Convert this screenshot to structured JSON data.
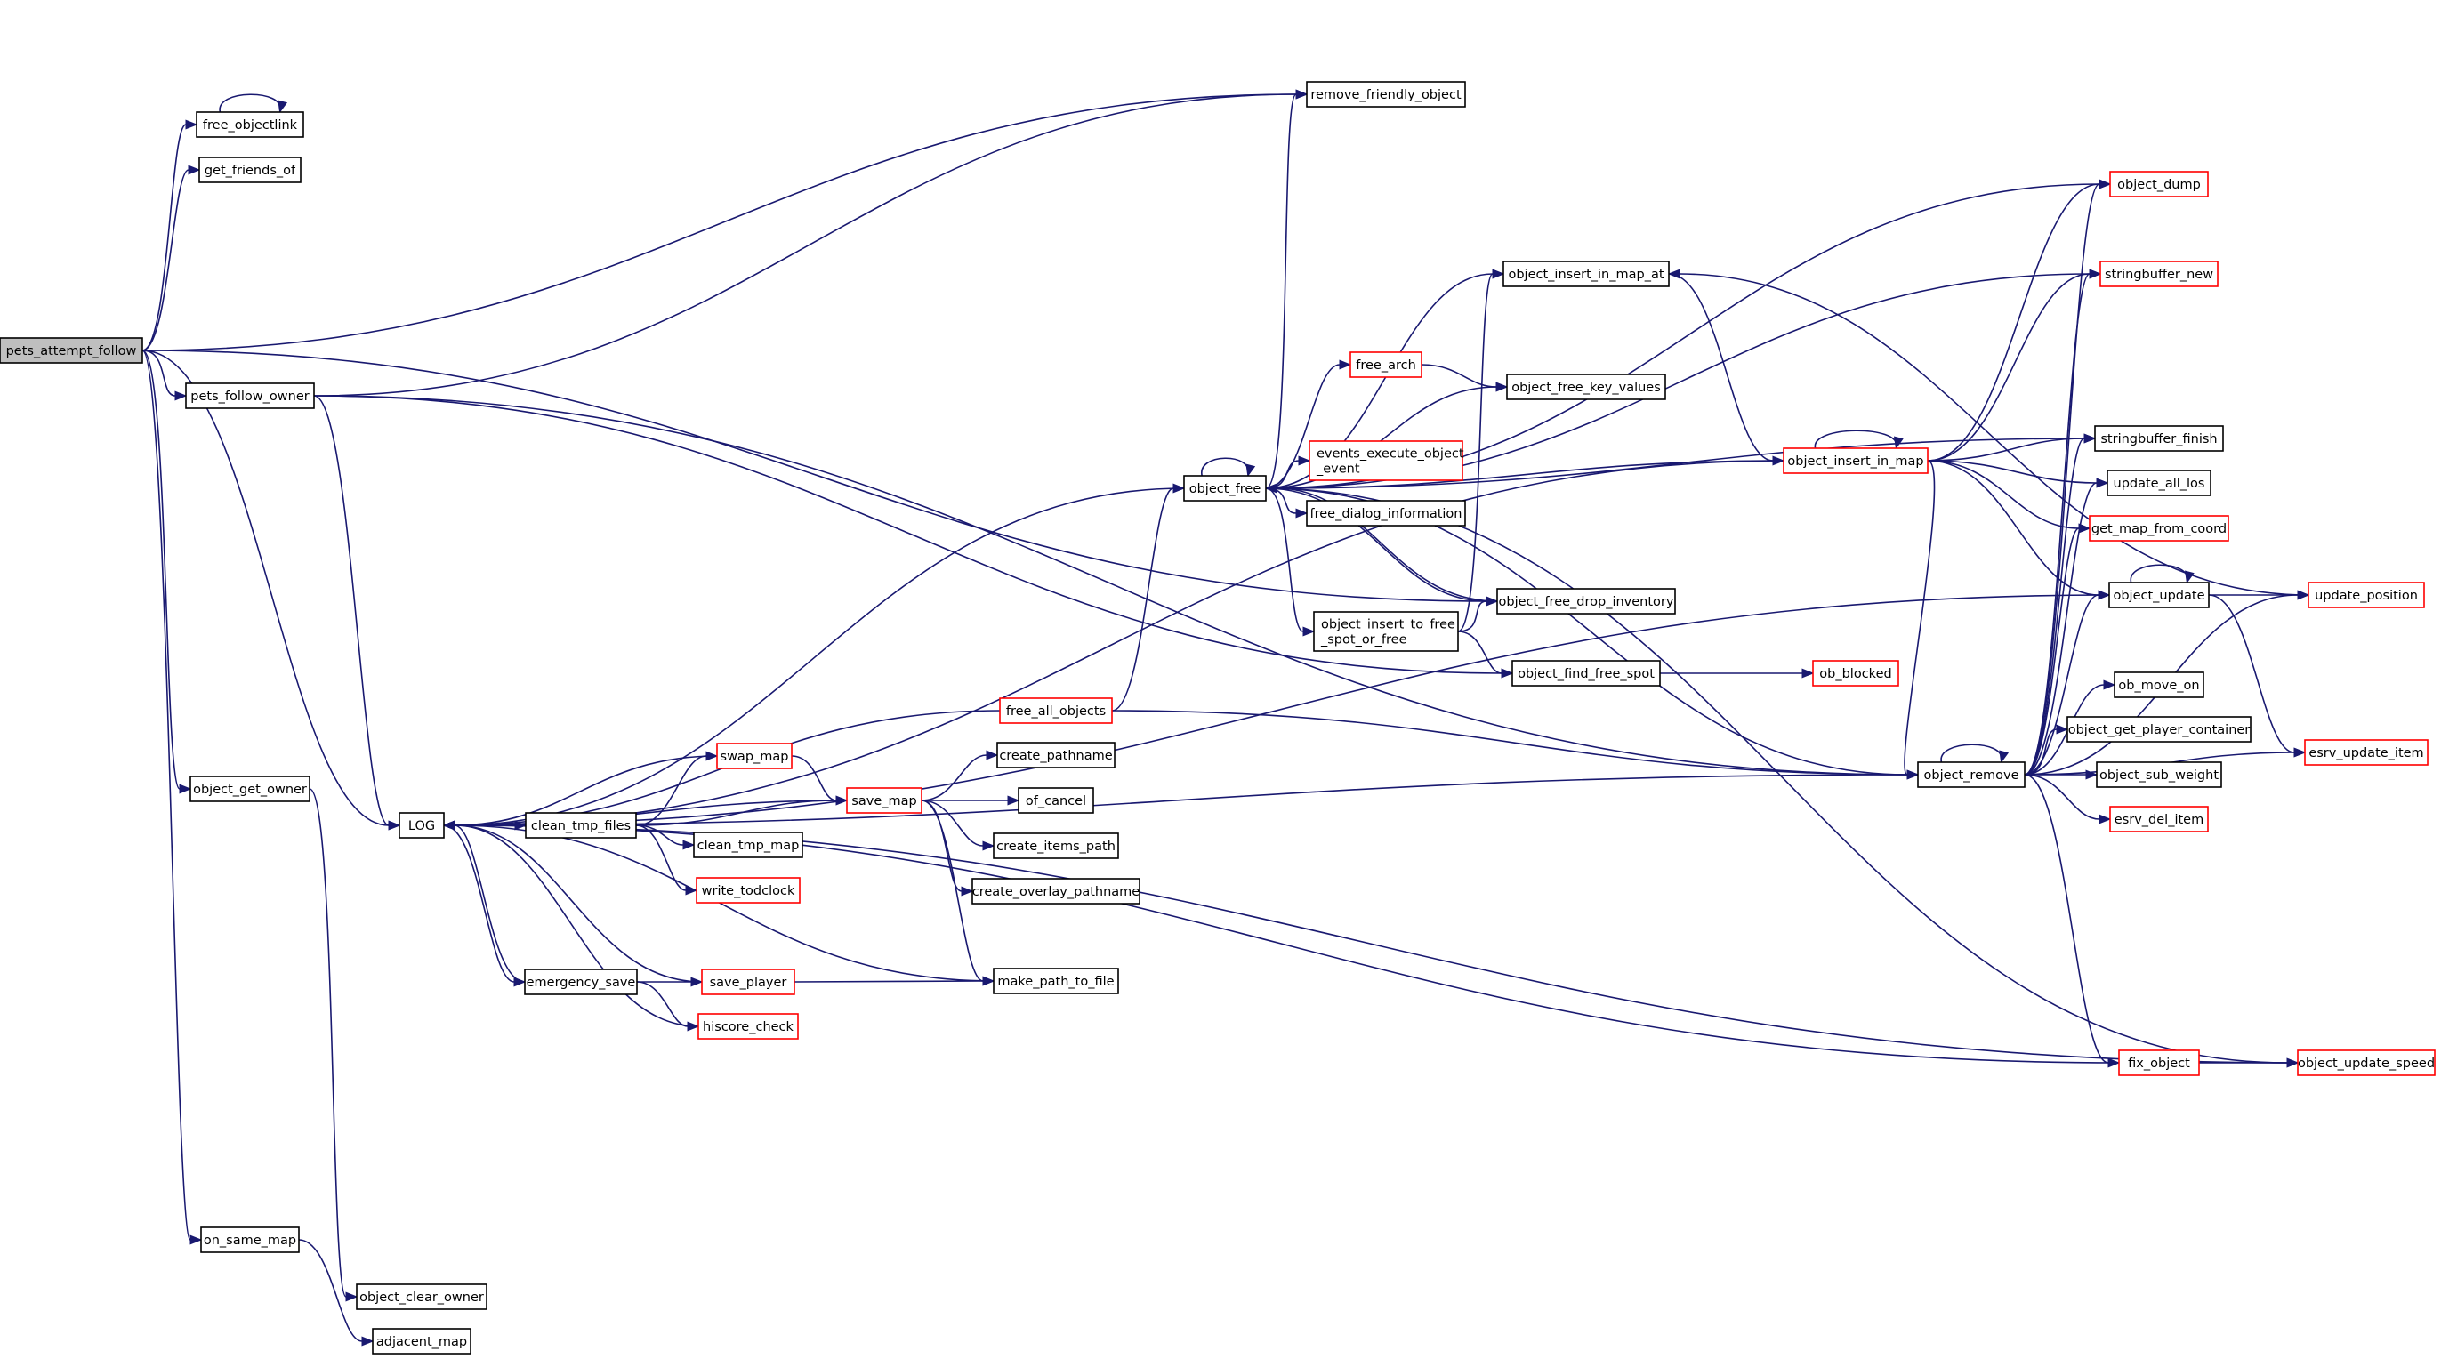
{
  "colors": {
    "edge": "#191970",
    "border_documented": "#000000",
    "border_truncated": "#ff0000",
    "root_fill": "#bfbfbf",
    "node_fill": "#ffffff"
  },
  "nodes": [
    {
      "id": "pets_attempt_follow",
      "lines": [
        "pets_attempt_follow"
      ],
      "root": true
    },
    {
      "id": "free_objectlink",
      "lines": [
        "free_objectlink"
      ]
    },
    {
      "id": "get_friends_of",
      "lines": [
        "get_friends_of"
      ]
    },
    {
      "id": "pets_follow_owner",
      "lines": [
        "pets_follow_owner"
      ]
    },
    {
      "id": "object_get_owner",
      "lines": [
        "object_get_owner"
      ]
    },
    {
      "id": "on_same_map",
      "lines": [
        "on_same_map"
      ]
    },
    {
      "id": "object_clear_owner",
      "lines": [
        "object_clear_owner"
      ]
    },
    {
      "id": "adjacent_map",
      "lines": [
        "adjacent_map"
      ]
    },
    {
      "id": "LOG",
      "lines": [
        "LOG"
      ]
    },
    {
      "id": "clean_tmp_files",
      "lines": [
        "clean_tmp_files"
      ]
    },
    {
      "id": "swap_map",
      "lines": [
        "swap_map"
      ],
      "red": true
    },
    {
      "id": "clean_tmp_map",
      "lines": [
        "clean_tmp_map"
      ]
    },
    {
      "id": "write_todclock",
      "lines": [
        "write_todclock"
      ],
      "red": true
    },
    {
      "id": "emergency_save",
      "lines": [
        "emergency_save"
      ]
    },
    {
      "id": "save_player",
      "lines": [
        "save_player"
      ],
      "red": true
    },
    {
      "id": "hiscore_check",
      "lines": [
        "hiscore_check"
      ],
      "red": true
    },
    {
      "id": "free_all_objects",
      "lines": [
        "free_all_objects"
      ],
      "red": true
    },
    {
      "id": "save_map",
      "lines": [
        "save_map"
      ],
      "red": true
    },
    {
      "id": "create_pathname",
      "lines": [
        "create_pathname"
      ]
    },
    {
      "id": "of_cancel",
      "lines": [
        "of_cancel"
      ]
    },
    {
      "id": "create_items_path",
      "lines": [
        "create_items_path"
      ]
    },
    {
      "id": "create_overlay_pathname",
      "lines": [
        "create_overlay_pathname"
      ]
    },
    {
      "id": "make_path_to_file",
      "lines": [
        "make_path_to_file"
      ]
    },
    {
      "id": "object_free",
      "lines": [
        "object_free"
      ]
    },
    {
      "id": "remove_friendly_object",
      "lines": [
        "remove_friendly_object"
      ]
    },
    {
      "id": "free_arch",
      "lines": [
        "free_arch"
      ],
      "red": true
    },
    {
      "id": "events_execute_object_event",
      "lines": [
        "events_execute_object",
        "_event"
      ],
      "red": true
    },
    {
      "id": "free_dialog_information",
      "lines": [
        "free_dialog_information"
      ]
    },
    {
      "id": "object_insert_to_free_spot_or_free",
      "lines": [
        "object_insert_to_free",
        "_spot_or_free"
      ]
    },
    {
      "id": "object_insert_in_map_at",
      "lines": [
        "object_insert_in_map_at"
      ]
    },
    {
      "id": "object_free_key_values",
      "lines": [
        "object_free_key_values"
      ]
    },
    {
      "id": "object_free_drop_inventory",
      "lines": [
        "object_free_drop_inventory"
      ]
    },
    {
      "id": "object_find_free_spot",
      "lines": [
        "object_find_free_spot"
      ]
    },
    {
      "id": "ob_blocked",
      "lines": [
        "ob_blocked"
      ],
      "red": true
    },
    {
      "id": "object_insert_in_map",
      "lines": [
        "object_insert_in_map"
      ],
      "red": true
    },
    {
      "id": "object_remove",
      "lines": [
        "object_remove"
      ]
    },
    {
      "id": "fix_object",
      "lines": [
        "fix_object"
      ],
      "red": true
    },
    {
      "id": "object_dump",
      "lines": [
        "object_dump"
      ],
      "red": true
    },
    {
      "id": "stringbuffer_new",
      "lines": [
        "stringbuffer_new"
      ],
      "red": true
    },
    {
      "id": "stringbuffer_finish",
      "lines": [
        "stringbuffer_finish"
      ]
    },
    {
      "id": "update_all_los",
      "lines": [
        "update_all_los"
      ]
    },
    {
      "id": "get_map_from_coord",
      "lines": [
        "get_map_from_coord"
      ],
      "red": true
    },
    {
      "id": "object_update",
      "lines": [
        "object_update"
      ]
    },
    {
      "id": "ob_move_on",
      "lines": [
        "ob_move_on"
      ]
    },
    {
      "id": "object_get_player_container",
      "lines": [
        "object_get_player_container"
      ]
    },
    {
      "id": "object_sub_weight",
      "lines": [
        "object_sub_weight"
      ]
    },
    {
      "id": "esrv_del_item",
      "lines": [
        "esrv_del_item"
      ],
      "red": true
    },
    {
      "id": "update_position",
      "lines": [
        "update_position"
      ],
      "red": true
    },
    {
      "id": "esrv_update_item",
      "lines": [
        "esrv_update_item"
      ],
      "red": true
    },
    {
      "id": "object_update_speed",
      "lines": [
        "object_update_speed"
      ],
      "red": true
    }
  ],
  "edges": [
    [
      "pets_attempt_follow",
      "free_objectlink"
    ],
    [
      "pets_attempt_follow",
      "get_friends_of"
    ],
    [
      "pets_attempt_follow",
      "remove_friendly_object"
    ],
    [
      "pets_attempt_follow",
      "pets_follow_owner"
    ],
    [
      "pets_attempt_follow",
      "LOG"
    ],
    [
      "pets_attempt_follow",
      "object_get_owner"
    ],
    [
      "pets_attempt_follow",
      "on_same_map"
    ],
    [
      "pets_attempt_follow",
      "object_free_drop_inventory"
    ],
    [
      "free_objectlink",
      "free_objectlink"
    ],
    [
      "pets_follow_owner",
      "LOG"
    ],
    [
      "pets_follow_owner",
      "remove_friendly_object"
    ],
    [
      "pets_follow_owner",
      "object_find_free_spot"
    ],
    [
      "pets_follow_owner",
      "object_remove"
    ],
    [
      "object_get_owner",
      "object_clear_owner"
    ],
    [
      "on_same_map",
      "adjacent_map"
    ],
    [
      "LOG",
      "clean_tmp_files"
    ],
    [
      "LOG",
      "emergency_save"
    ],
    [
      "clean_tmp_files",
      "swap_map"
    ],
    [
      "clean_tmp_files",
      "save_map"
    ],
    [
      "clean_tmp_files",
      "clean_tmp_map"
    ],
    [
      "clean_tmp_files",
      "write_todclock"
    ],
    [
      "clean_tmp_files",
      "LOG"
    ],
    [
      "swap_map",
      "save_map"
    ],
    [
      "swap_map",
      "LOG"
    ],
    [
      "emergency_save",
      "save_player"
    ],
    [
      "emergency_save",
      "hiscore_check"
    ],
    [
      "emergency_save",
      "LOG"
    ],
    [
      "save_player",
      "make_path_to_file"
    ],
    [
      "save_player",
      "LOG"
    ],
    [
      "hiscore_check",
      "LOG"
    ],
    [
      "save_map",
      "create_pathname"
    ],
    [
      "save_map",
      "of_cancel"
    ],
    [
      "save_map",
      "create_items_path"
    ],
    [
      "save_map",
      "create_overlay_pathname"
    ],
    [
      "save_map",
      "make_path_to_file"
    ],
    [
      "save_map",
      "LOG"
    ],
    [
      "make_path_to_file",
      "LOG"
    ],
    [
      "free_all_objects",
      "object_free"
    ],
    [
      "free_all_objects",
      "LOG"
    ],
    [
      "free_all_objects",
      "object_remove"
    ],
    [
      "object_free",
      "object_free"
    ],
    [
      "object_free",
      "remove_friendly_object"
    ],
    [
      "object_free",
      "object_dump"
    ],
    [
      "object_free",
      "stringbuffer_new"
    ],
    [
      "object_free",
      "object_insert_in_map_at"
    ],
    [
      "object_free",
      "stringbuffer_finish"
    ],
    [
      "object_free",
      "free_arch"
    ],
    [
      "object_free",
      "object_free_key_values"
    ],
    [
      "object_free",
      "events_execute_object_event"
    ],
    [
      "object_free",
      "free_dialog_information"
    ],
    [
      "object_free",
      "object_insert_to_free_spot_or_free"
    ],
    [
      "object_free",
      "object_free_drop_inventory"
    ],
    [
      "object_free",
      "object_remove"
    ],
    [
      "object_free",
      "object_update_speed"
    ],
    [
      "object_free",
      "LOG"
    ],
    [
      "free_arch",
      "object_free_key_values"
    ],
    [
      "object_insert_to_free_spot_or_free",
      "object_insert_in_map_at"
    ],
    [
      "object_insert_to_free_spot_or_free",
      "object_free_drop_inventory"
    ],
    [
      "object_insert_to_free_spot_or_free",
      "object_find_free_spot"
    ],
    [
      "object_free_drop_inventory",
      "object_free"
    ],
    [
      "object_find_free_spot",
      "ob_blocked"
    ],
    [
      "object_insert_in_map_at",
      "object_insert_in_map"
    ],
    [
      "object_insert_in_map",
      "object_insert_in_map"
    ],
    [
      "object_insert_in_map",
      "object_free"
    ],
    [
      "object_insert_in_map",
      "object_dump"
    ],
    [
      "object_insert_in_map",
      "stringbuffer_new"
    ],
    [
      "object_insert_in_map",
      "stringbuffer_finish"
    ],
    [
      "object_insert_in_map",
      "update_all_los"
    ],
    [
      "object_insert_in_map",
      "get_map_from_coord"
    ],
    [
      "object_insert_in_map",
      "object_update"
    ],
    [
      "object_insert_in_map",
      "object_remove"
    ],
    [
      "object_insert_in_map",
      "LOG"
    ],
    [
      "object_remove",
      "object_remove"
    ],
    [
      "object_remove",
      "object_dump"
    ],
    [
      "object_remove",
      "stringbuffer_new"
    ],
    [
      "object_remove",
      "stringbuffer_finish"
    ],
    [
      "object_remove",
      "update_all_los"
    ],
    [
      "object_remove",
      "get_map_from_coord"
    ],
    [
      "object_remove",
      "object_update"
    ],
    [
      "object_remove",
      "update_position"
    ],
    [
      "object_remove",
      "ob_move_on"
    ],
    [
      "object_remove",
      "object_get_player_container"
    ],
    [
      "object_remove",
      "object_sub_weight"
    ],
    [
      "object_remove",
      "esrv_del_item"
    ],
    [
      "object_remove",
      "esrv_update_item"
    ],
    [
      "object_remove",
      "fix_object"
    ],
    [
      "object_remove",
      "LOG"
    ],
    [
      "fix_object",
      "object_update_speed"
    ],
    [
      "fix_object",
      "LOG"
    ],
    [
      "object_update",
      "object_update"
    ],
    [
      "object_update",
      "update_position"
    ],
    [
      "object_update",
      "esrv_update_item"
    ],
    [
      "object_update",
      "LOG"
    ],
    [
      "update_position",
      "object_insert_in_map_at"
    ],
    [
      "object_update_speed",
      "LOG"
    ]
  ]
}
